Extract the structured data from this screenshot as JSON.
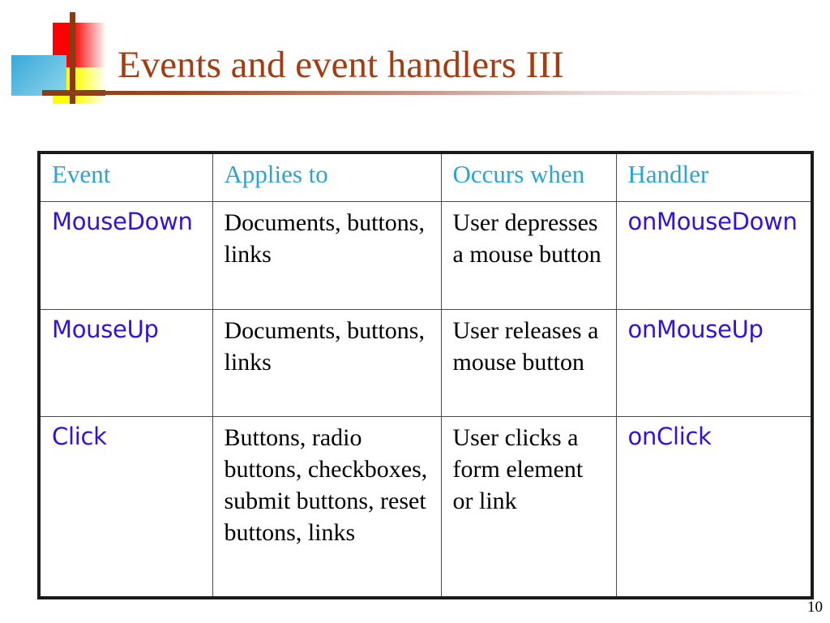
{
  "slide": {
    "title": "Events and event handlers III",
    "number": "10",
    "colors": {
      "title": "#a33c10",
      "header_text": "#2ba3d4",
      "event_text": "#3311dd",
      "body_text": "#000000",
      "logo_red": "#fe0000",
      "logo_yellow": "#ffff00",
      "logo_blue": "#62bfe2",
      "logo_bar": "#8c3a14"
    }
  },
  "table": {
    "headers": [
      "Event",
      "Applies to",
      "Occurs when",
      "Handler"
    ],
    "rows": [
      {
        "event": "MouseDown",
        "applies_to": "Documents, buttons, links",
        "occurs_when": "User depresses a mouse button",
        "handler": "onMouseDown"
      },
      {
        "event": "MouseUp",
        "applies_to": "Documents, buttons, links",
        "occurs_when": "User releases a mouse button",
        "handler": "onMouseUp"
      },
      {
        "event": "Click",
        "applies_to": "Buttons, radio buttons, checkboxes, submit buttons, reset buttons, links",
        "occurs_when": "User clicks a form element or link",
        "handler": "onClick"
      }
    ]
  }
}
